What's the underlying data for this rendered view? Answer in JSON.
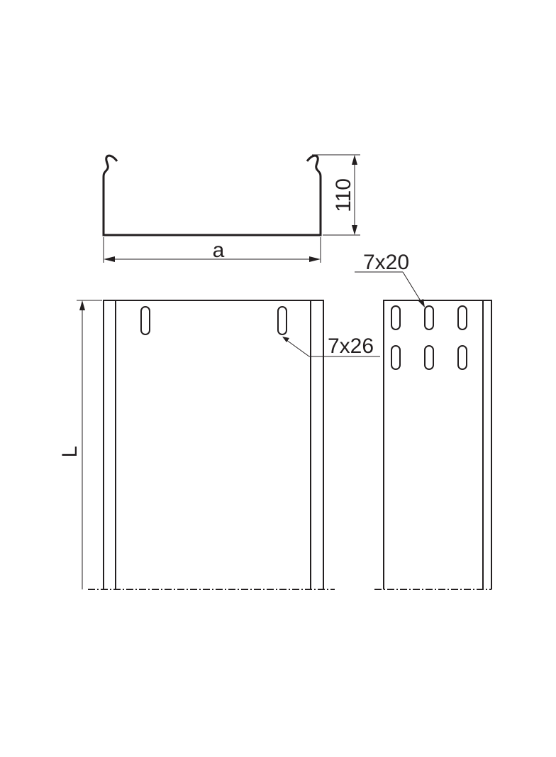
{
  "drawing": {
    "profile": {
      "height_label": "110",
      "width_label": "a"
    },
    "front_view": {
      "length_label": "L",
      "slot_label": "7x26"
    },
    "side_view": {
      "slot_label": "7x20"
    },
    "colors": {
      "line": "#231f20",
      "background": "#ffffff"
    }
  }
}
